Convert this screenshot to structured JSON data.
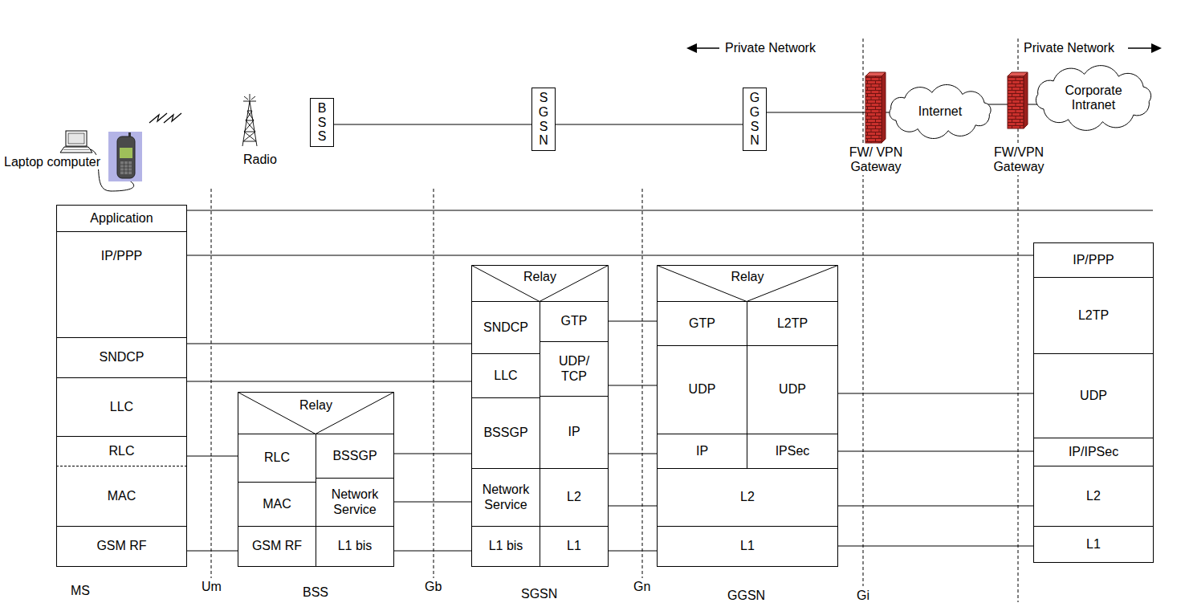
{
  "diagram": {
    "nodes": [
      {
        "text": [
          "BSS"
        ]
      },
      {
        "text": [
          "SGSN"
        ]
      },
      {
        "text": [
          "GGSN"
        ]
      },
      {
        "text": [
          "Internet"
        ]
      },
      {
        "text": [
          "Corporate Intranet"
        ]
      },
      {
        "text": [
          "Application"
        ]
      },
      {
        "text": [
          "IP/PPP"
        ]
      },
      {
        "text": [
          "SNDCP"
        ]
      },
      {
        "text": [
          "LLC"
        ]
      },
      {
        "text": [
          "RLC"
        ]
      },
      {
        "text": [
          "MAC"
        ]
      },
      {
        "text": [
          "GSM RF"
        ]
      },
      {
        "text": [
          "Relay"
        ]
      },
      {
        "text": [
          "RLC"
        ]
      },
      {
        "text": [
          "BSSGP"
        ]
      },
      {
        "text": [
          "MAC"
        ]
      },
      {
        "text": [
          "Network Service"
        ]
      },
      {
        "text": [
          "GSM RF"
        ]
      },
      {
        "text": [
          "L1 bis"
        ]
      },
      {
        "text": [
          "Relay"
        ]
      },
      {
        "text": [
          "SNDCP"
        ]
      },
      {
        "text": [
          "GTP"
        ]
      },
      {
        "text": [
          "LLC"
        ]
      },
      {
        "text": [
          "UDP/ TCP"
        ]
      },
      {
        "text": [
          "BSSGP"
        ]
      },
      {
        "text": [
          "IP"
        ]
      },
      {
        "text": [
          "Network Service"
        ]
      },
      {
        "text": [
          "L2"
        ]
      },
      {
        "text": [
          "L1 bis"
        ]
      },
      {
        "text": [
          "L1"
        ]
      },
      {
        "text": [
          "Relay"
        ]
      },
      {
        "text": [
          "GTP"
        ]
      },
      {
        "text": [
          "L2TP"
        ]
      },
      {
        "text": [
          "UDP"
        ]
      },
      {
        "text": [
          "UDP"
        ]
      },
      {
        "text": [
          "IP"
        ]
      },
      {
        "text": [
          "IPSec"
        ]
      },
      {
        "text": [
          "L2"
        ]
      },
      {
        "text": [
          "L1"
        ]
      },
      {
        "text": [
          "IP/PPP"
        ]
      },
      {
        "text": [
          "L2TP"
        ]
      },
      {
        "text": [
          "UDP"
        ]
      },
      {
        "text": [
          "IP/IPSec"
        ]
      },
      {
        "text": [
          "L2"
        ]
      },
      {
        "text": [
          "L1"
        ]
      }
    ],
    "edges": [
      {
        "from": 0,
        "to": 1,
        "arrow": "none"
      },
      {
        "from": 1,
        "to": 2,
        "arrow": "none"
      },
      {
        "from": 2,
        "to": 3,
        "arrow": "none"
      },
      {
        "from": 3,
        "to": 4,
        "arrow": "none"
      },
      {
        "from": 6,
        "to": 39,
        "arrow": "none"
      },
      {
        "from": 7,
        "to": 20,
        "arrow": "none"
      },
      {
        "from": 8,
        "to": 22,
        "arrow": "none"
      },
      {
        "from": 9,
        "to": 13,
        "arrow": "none"
      },
      {
        "from": 11,
        "to": 17,
        "arrow": "none"
      },
      {
        "from": 14,
        "to": 24,
        "arrow": "none"
      },
      {
        "from": 16,
        "to": 26,
        "arrow": "none"
      },
      {
        "from": 18,
        "to": 28,
        "arrow": "none"
      },
      {
        "from": 21,
        "to": 31,
        "arrow": "none"
      },
      {
        "from": 23,
        "to": 33,
        "arrow": "none"
      },
      {
        "from": 25,
        "to": 35,
        "arrow": "none"
      },
      {
        "from": 27,
        "to": 37,
        "arrow": "none"
      },
      {
        "from": 29,
        "to": 38,
        "arrow": "none"
      },
      {
        "from": 34,
        "to": 41,
        "arrow": "none"
      },
      {
        "from": 36,
        "to": 42,
        "arrow": "none"
      },
      {
        "from": 37,
        "to": 43,
        "arrow": "none"
      },
      {
        "from": 38,
        "to": 44,
        "arrow": "none"
      }
    ],
    "labels": [
      "Laptop computer",
      "Radio",
      "Private Network",
      "Private Network",
      "FW/ VPN Gateway",
      "FW/VPN Gateway",
      "MS",
      "Um",
      "BSS",
      "Gb",
      "SGSN",
      "Gn",
      "GGSN",
      "Gi"
    ]
  }
}
